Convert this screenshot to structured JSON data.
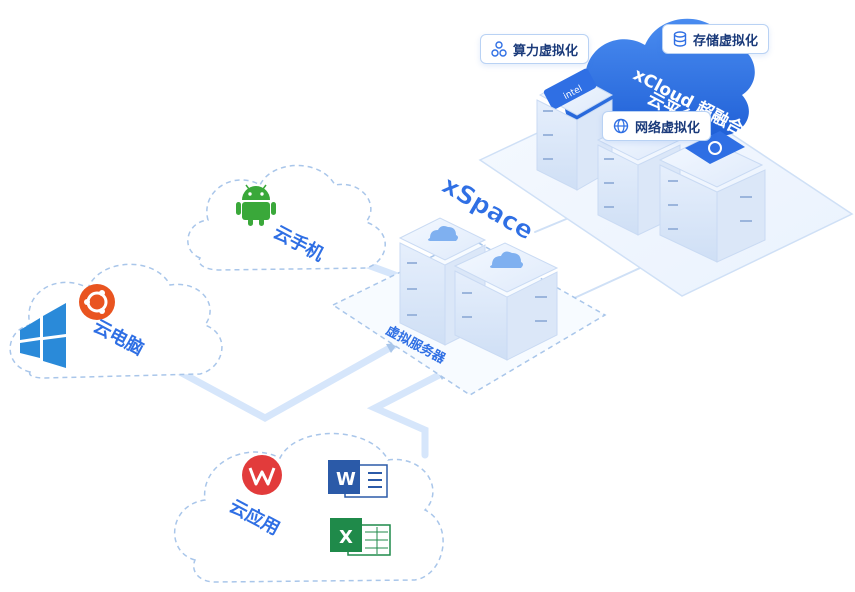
{
  "platform": {
    "title_line1": "xCloud 超融合",
    "title_line2": "云平台",
    "tags": {
      "compute": "算力虚拟化",
      "storage": "存储虚拟化",
      "network": "网络虚拟化"
    },
    "intel_label": "intel"
  },
  "xspace": {
    "brand": "xSpace",
    "zone_label": "虚拟服务器"
  },
  "clouds": {
    "phone": "云手机",
    "pc": "云电脑",
    "app": "云应用"
  },
  "app_icons": {
    "word_letter": "W",
    "excel_letter": "X"
  },
  "colors": {
    "accent": "#2f6fe4",
    "dashed": "#a9c6ea",
    "connector": "#d6e6fb",
    "android": "#3aa83a",
    "ubuntu": "#e95420",
    "windows": "#2a8ad9",
    "wps": "#e23b3b",
    "word": "#2b5aa8",
    "excel": "#1f8a4a"
  }
}
